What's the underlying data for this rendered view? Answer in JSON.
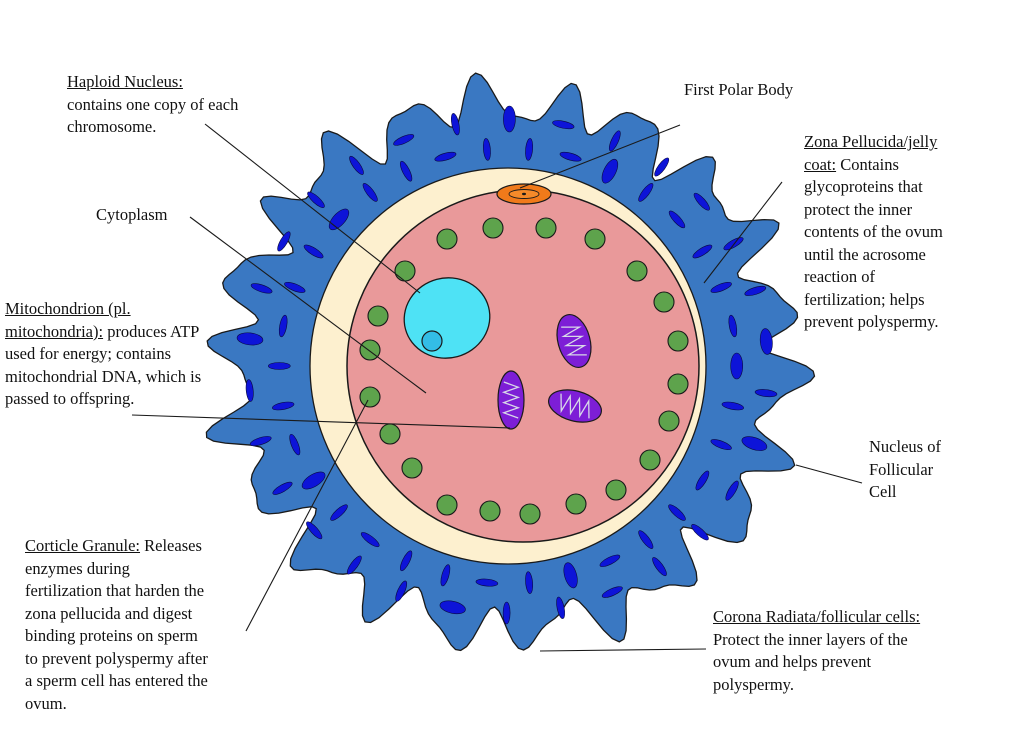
{
  "labels": {
    "haploid": {
      "title": "Haploid Nucleus:",
      "line1": "contains one copy of each",
      "line2": "chromosome."
    },
    "polar_body": {
      "title": "First Polar Body"
    },
    "cytoplasm": {
      "title": "Cytoplasm"
    },
    "mito": {
      "title1": "Mitochondrion (pl.",
      "title2": "mitochondria):",
      "line2_rest": " produces ATP",
      "line3": "used for energy; contains",
      "line4": "mitochondrial DNA, which is",
      "line5": "passed to offspring."
    },
    "cortical": {
      "title": "Corticle Granule:",
      "line1_rest": " Releases",
      "line2": "enzymes during",
      "line3": "fertilization that harden the",
      "line4": "zona pellucida and digest",
      "line5": "binding proteins on sperm",
      "line6": "to prevent polyspermy after",
      "line7": "a sperm cell has entered the",
      "line8": "ovum."
    },
    "zona": {
      "title1": "Zona Pellucida/jelly",
      "title2": "coat:",
      "line2_rest": " Contains",
      "line3": "glycoproteins that",
      "line4": "protect the inner",
      "line5": "contents of the ovum",
      "line6": "until the acrosome",
      "line7": "reaction of",
      "line8": "fertilization; helps",
      "line9": "prevent polyspermy."
    },
    "follicular_nucleus": {
      "line1": "Nucleus of",
      "line2": "Follicular",
      "line3": "Cell"
    },
    "corona": {
      "title": "Corona Radiata/follicular cells:",
      "line2": "Protect the inner layers of the",
      "line3": "ovum and helps prevent",
      "line4": "polyspermy."
    }
  },
  "colors": {
    "corona_fill": "#3a78c2",
    "follicle_nucleus": "#0d14d8",
    "zona_fill": "#fdf0cf",
    "cytoplasm_fill": "#e9999a",
    "nucleus_fill": "#4ee2f5",
    "nucleolus_fill": "#33bde6",
    "granule_fill": "#5ea34c",
    "mito_fill": "#7d1ed6",
    "polar_body_fill": "#f07a1a",
    "outline": "#1a1a1a"
  }
}
